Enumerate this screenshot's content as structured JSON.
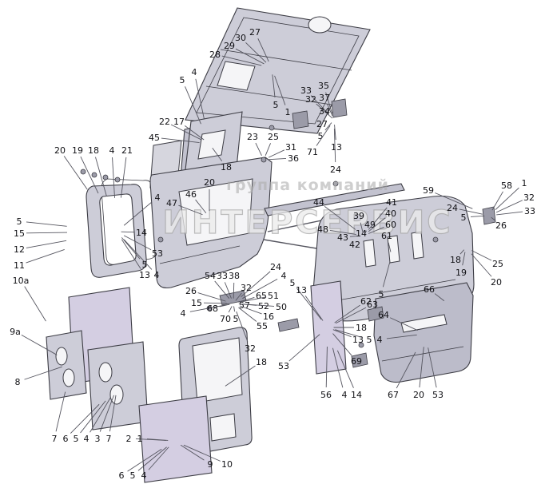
{
  "watermark": {
    "line1": "группа компаний",
    "line2": "ИНТЕРСЕРВИС"
  },
  "colors": {
    "background": "#ffffff",
    "panel_gray": "#cdcdd8",
    "panel_purple": "#d4cee2",
    "panel_dark": "#bcbcca",
    "line": "#3c3c44",
    "label_text": "#101014",
    "watermark_gray": "#aeaeae"
  },
  "labels": [
    [
      "27",
      319,
      40
    ],
    [
      "30",
      301,
      47
    ],
    [
      "29",
      287,
      57
    ],
    [
      "28",
      269,
      68
    ],
    [
      "4",
      243,
      90
    ],
    [
      "5",
      228,
      100
    ],
    [
      "33",
      383,
      113
    ],
    [
      "35",
      405,
      107
    ],
    [
      "32",
      389,
      124
    ],
    [
      "37",
      406,
      122
    ],
    [
      "5",
      345,
      131
    ],
    [
      "1",
      360,
      140
    ],
    [
      "34",
      406,
      139
    ],
    [
      "27",
      403,
      155
    ],
    [
      "5",
      401,
      170
    ],
    [
      "13",
      421,
      184
    ],
    [
      "23",
      316,
      171
    ],
    [
      "25",
      342,
      171
    ],
    [
      "31",
      364,
      184
    ],
    [
      "36",
      367,
      198
    ],
    [
      "71",
      391,
      190
    ],
    [
      "24",
      420,
      212
    ],
    [
      "20",
      75,
      188
    ],
    [
      "19",
      97,
      188
    ],
    [
      "18",
      117,
      188
    ],
    [
      "4",
      140,
      188
    ],
    [
      "21",
      159,
      188
    ],
    [
      "45",
      193,
      172
    ],
    [
      "22",
      206,
      152
    ],
    [
      "17",
      224,
      152
    ],
    [
      "18",
      283,
      209
    ],
    [
      "20",
      262,
      228
    ],
    [
      "46",
      239,
      243
    ],
    [
      "4",
      197,
      247
    ],
    [
      "47",
      215,
      254
    ],
    [
      "14",
      177,
      291
    ],
    [
      "53",
      197,
      317
    ],
    [
      "5",
      181,
      331
    ],
    [
      "13",
      181,
      344
    ],
    [
      "4",
      196,
      344
    ],
    [
      "5",
      24,
      277
    ],
    [
      "15",
      24,
      292
    ],
    [
      "12",
      24,
      312
    ],
    [
      "11",
      24,
      332
    ],
    [
      "10a",
      26,
      351
    ],
    [
      "9a",
      19,
      415
    ],
    [
      "8",
      22,
      478
    ],
    [
      "24",
      345,
      334
    ],
    [
      "4",
      355,
      345
    ],
    [
      "5",
      366,
      354
    ],
    [
      "13",
      377,
      363
    ],
    [
      "54",
      263,
      345
    ],
    [
      "33",
      278,
      345
    ],
    [
      "38",
      293,
      345
    ],
    [
      "32",
      308,
      360
    ],
    [
      "26",
      239,
      364
    ],
    [
      "15",
      246,
      379
    ],
    [
      "4",
      229,
      392
    ],
    [
      "68",
      266,
      386
    ],
    [
      "57",
      306,
      382
    ],
    [
      "70",
      282,
      399
    ],
    [
      "5",
      295,
      399
    ],
    [
      "55",
      328,
      408
    ],
    [
      "65",
      327,
      370
    ],
    [
      "51",
      342,
      370
    ],
    [
      "52",
      330,
      383
    ],
    [
      "50",
      352,
      384
    ],
    [
      "16",
      336,
      396
    ],
    [
      "44",
      399,
      253
    ],
    [
      "48",
      404,
      287
    ],
    [
      "43",
      429,
      297
    ],
    [
      "42",
      444,
      306
    ],
    [
      "39",
      449,
      270
    ],
    [
      "49",
      463,
      281
    ],
    [
      "14",
      452,
      292
    ],
    [
      "41",
      490,
      253
    ],
    [
      "40",
      489,
      267
    ],
    [
      "60",
      489,
      281
    ],
    [
      "61",
      484,
      295
    ],
    [
      "62",
      458,
      377
    ],
    [
      "59",
      536,
      238
    ],
    [
      "24",
      566,
      260
    ],
    [
      "5",
      580,
      272
    ],
    [
      "58",
      634,
      232
    ],
    [
      "1",
      656,
      229
    ],
    [
      "32",
      662,
      247
    ],
    [
      "33",
      663,
      264
    ],
    [
      "26",
      627,
      282
    ],
    [
      "25",
      623,
      330
    ],
    [
      "18",
      570,
      325
    ],
    [
      "19",
      577,
      341
    ],
    [
      "66",
      537,
      362
    ],
    [
      "20",
      621,
      353
    ],
    [
      "63",
      466,
      381
    ],
    [
      "5",
      477,
      368
    ],
    [
      "64",
      480,
      394
    ],
    [
      "18",
      452,
      410
    ],
    [
      "13",
      448,
      425
    ],
    [
      "5",
      462,
      425
    ],
    [
      "4",
      475,
      425
    ],
    [
      "69",
      446,
      452
    ],
    [
      "32",
      313,
      436
    ],
    [
      "18",
      327,
      453
    ],
    [
      "53",
      355,
      458
    ],
    [
      "56",
      408,
      494
    ],
    [
      "4",
      431,
      494
    ],
    [
      "14",
      446,
      494
    ],
    [
      "67",
      492,
      494
    ],
    [
      "20",
      524,
      494
    ],
    [
      "53",
      548,
      494
    ],
    [
      "7",
      68,
      549
    ],
    [
      "6",
      82,
      549
    ],
    [
      "5",
      95,
      549
    ],
    [
      "4",
      108,
      549
    ],
    [
      "3",
      122,
      549
    ],
    [
      "7",
      136,
      549
    ],
    [
      "2",
      161,
      549
    ],
    [
      "1",
      175,
      549
    ],
    [
      "6",
      152,
      595
    ],
    [
      "5",
      166,
      595
    ],
    [
      "4",
      180,
      595
    ],
    [
      "9",
      263,
      581
    ],
    [
      "10",
      284,
      581
    ]
  ]
}
